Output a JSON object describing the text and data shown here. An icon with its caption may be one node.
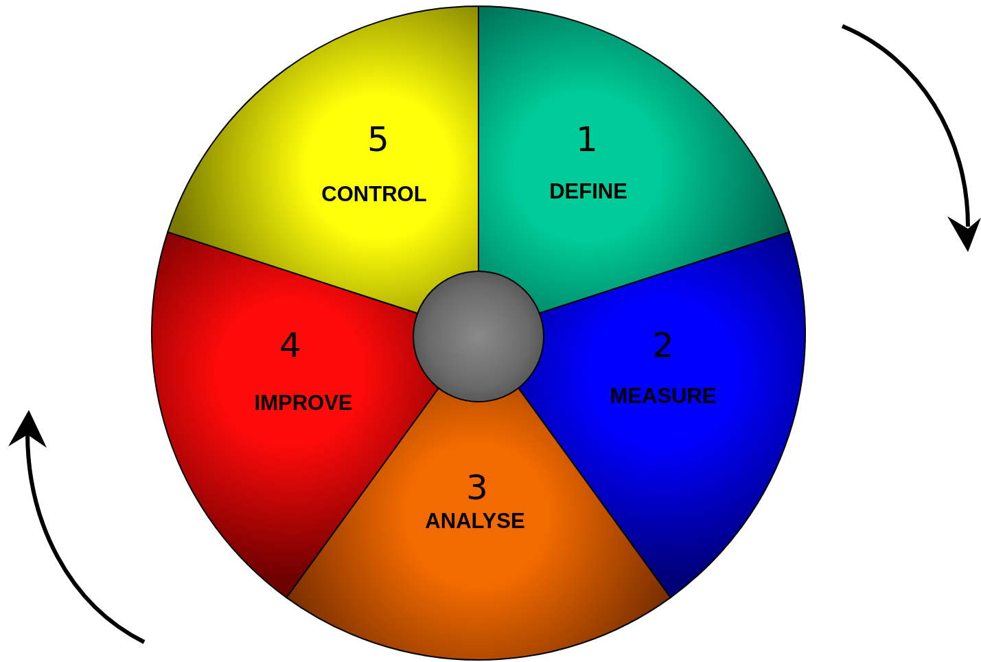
{
  "diagram": {
    "nodes": [
      {
        "text": [
          "1",
          "DEFINE"
        ]
      },
      {
        "text": [
          "2",
          "MEASURE"
        ]
      },
      {
        "text": [
          "3",
          "ANALYSE"
        ]
      },
      {
        "text": [
          "4",
          "IMPROVE"
        ]
      },
      {
        "text": [
          "5",
          "CONTROL"
        ]
      },
      {
        "text": [],
        "shape": "circle"
      }
    ],
    "edges": []
  }
}
